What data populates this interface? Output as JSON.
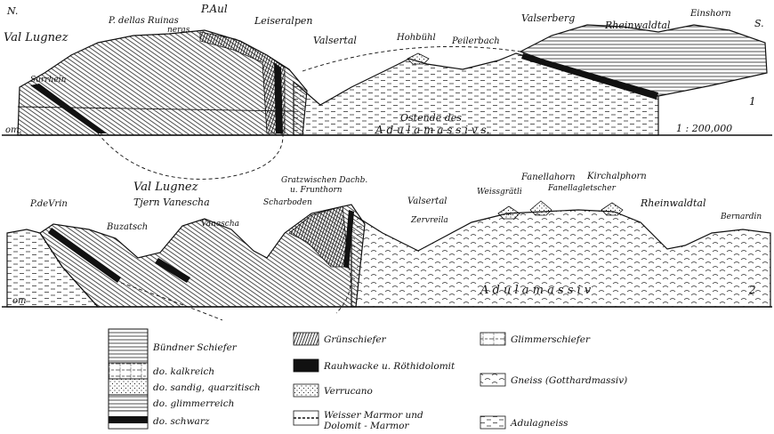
{
  "section1": {
    "labels": {
      "north": "N.",
      "south": "S.",
      "val_lugnez": "Val Lugnez",
      "surrhein": "Surrhein",
      "p_dellas_ruinas": "P. dellas Ruinas",
      "neras": "neras",
      "p_aul": "P.Aul",
      "leiseralpen": "Leiseralpen",
      "valsertal": "Valsertal",
      "hohbuhl": "Hohbühl",
      "peilerbach": "Peilerbach",
      "valserberg": "Valserberg",
      "rheinwaldtal": "Rheinwaldtal",
      "einshorn": "Einshorn",
      "number": "1",
      "ostende": "Ostende des",
      "adulamassivs": "A d u l a m a s s i v s.",
      "scale": "1 : 200,000",
      "datum": "om."
    }
  },
  "section2": {
    "labels": {
      "val_lugnez": "Val Lugnez",
      "p_de_vrin": "P.deVrin",
      "tjern_vanescha": "Tjern Vanescha",
      "buzatsch": "Buzatsch",
      "vanescha": "Vanescha",
      "gratzwischen": "Gratzwischen Dachb.",
      "u_frunthorn": "u. Frunthorn",
      "scharboden": "Scharboden",
      "valsertal": "Valsertal",
      "zervreila": "Zervreila",
      "weissgratli": "Weissgrätli",
      "fanellahorn": "Fanellahorn",
      "fanellagletscher": "Fanellagletscher",
      "kirchalphorn": "Kirchalphorn",
      "rheinwaldtal": "Rheinwaldtal",
      "bernardin": "Bernardin",
      "adulamassiv": "A d u l a m a s s i v",
      "number": "2",
      "datum": "om"
    }
  },
  "legend": {
    "col1": [
      {
        "label": "Bündner Schiefer"
      },
      {
        "label": "do. kalkreich"
      },
      {
        "label": "do. sandig, quarzitisch"
      },
      {
        "label": "do. glimmerreich"
      },
      {
        "label": "do. schwarz"
      }
    ],
    "col2": [
      {
        "label": "Grünschiefer"
      },
      {
        "label": "Rauhwacke u. Röthidolomit"
      },
      {
        "label": "Verrucano"
      },
      {
        "label": "Weisser Marmor und"
      },
      {
        "label": "Dolomit - Marmor"
      }
    ],
    "col3": [
      {
        "label": "Glimmerschiefer"
      },
      {
        "label": "Gneiss (Gotthardmassiv)"
      },
      {
        "label": "Adulagneiss"
      }
    ]
  }
}
